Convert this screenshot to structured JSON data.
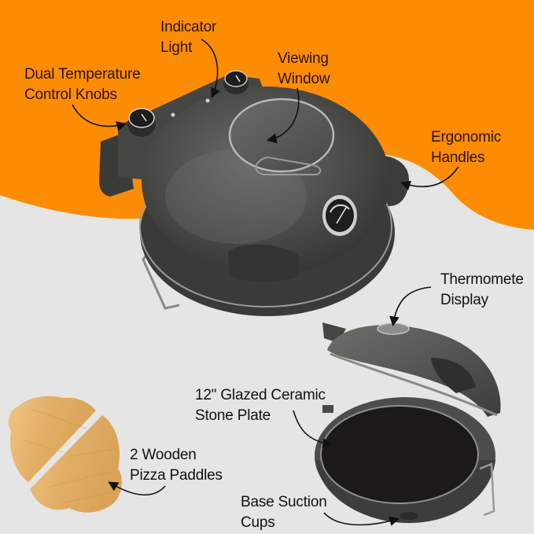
{
  "colors": {
    "orange_bg": "#fd8c05",
    "gray_bg": "#e5e5e5",
    "oven_body": "#4a4a48",
    "oven_dark": "#2e2e2c",
    "stone": "#1c1a18",
    "bamboo": "#e3b06a",
    "label_on_orange": "#2a1200",
    "label_on_gray": "#111111"
  },
  "callouts": {
    "indicator_light": {
      "line1": "Indicator",
      "line2": "Light"
    },
    "dual_knobs": {
      "line1": "Dual Temperature",
      "line2": "Control Knobs"
    },
    "viewing_window": {
      "line1": "Viewing",
      "line2": "Window"
    },
    "ergonomic_handles": {
      "line1": "Ergonomic",
      "line2": "Handles"
    },
    "thermometer_display": {
      "line1": "Thermomete",
      "line2": "Display"
    },
    "stone_plate": {
      "line1": "12\" Glazed Ceramic",
      "line2": "Stone Plate"
    },
    "wooden_paddles": {
      "line1": "2 Wooden",
      "line2": "Pizza Paddles"
    },
    "suction_cups": {
      "line1": "Base Suction",
      "line2": "Cups"
    }
  }
}
